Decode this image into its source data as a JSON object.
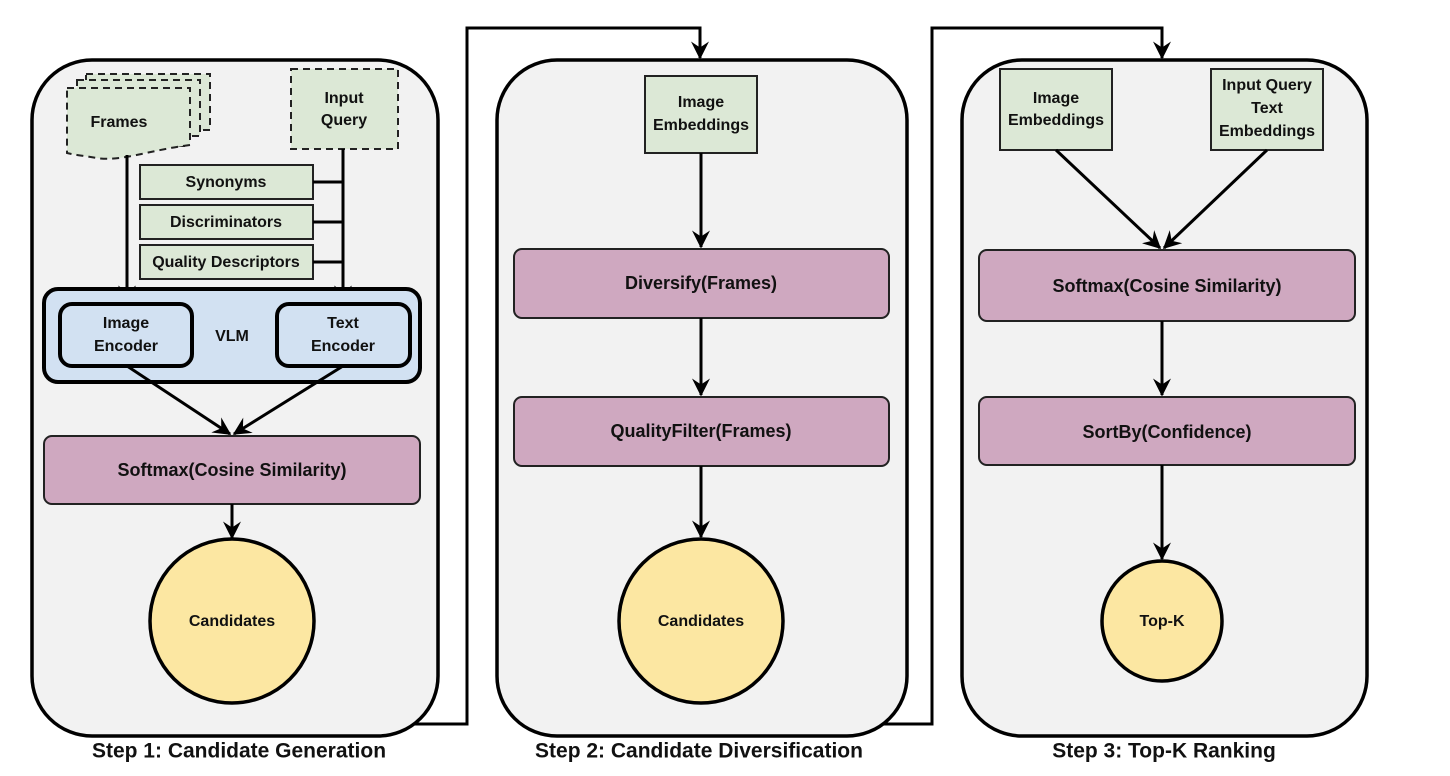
{
  "steps": [
    {
      "caption": "Step 1: Candidate Generation",
      "frames": "Frames",
      "input_query": [
        "Input",
        "Query"
      ],
      "augmentations": [
        "Synonyms",
        "Discriminators",
        "Quality Descriptors"
      ],
      "vlm": "VLM",
      "image_encoder": [
        "Image",
        "Encoder"
      ],
      "text_encoder": [
        "Text",
        "Encoder"
      ],
      "softmax": "Softmax(Cosine Similarity)",
      "output": "Candidates"
    },
    {
      "caption": "Step 2: Candidate Diversification",
      "image_embeddings": [
        "Image",
        "Embeddings"
      ],
      "diversify": "Diversify(Frames)",
      "quality_filter": "QualityFilter(Frames)",
      "output": "Candidates"
    },
    {
      "caption": "Step 3: Top-K Ranking",
      "image_embeddings": [
        "Image",
        "Embeddings"
      ],
      "text_embeddings": [
        "Input Query",
        "Text",
        "Embeddings"
      ],
      "softmax": "Softmax(Cosine Similarity)",
      "sort": "SortBy(Confidence)",
      "output": "Top-K"
    }
  ],
  "colors": {
    "panel": "#f2f2f2",
    "input_box": "#dce8d6",
    "operation_box": "#cfa8c0",
    "vlm_box": "#d2e1f2",
    "output_circle": "#fce7a2"
  }
}
